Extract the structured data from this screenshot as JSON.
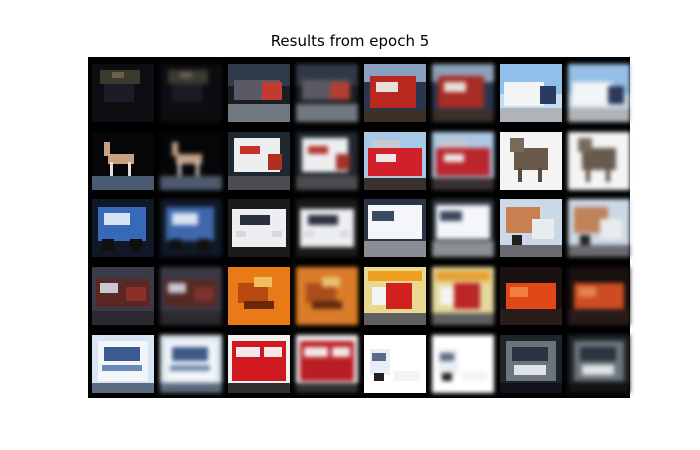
{
  "title": "Results from epoch 5",
  "grid": {
    "rows": 5,
    "cols": 8,
    "pairs": [
      [
        "vehicle-dark",
        "truck-road",
        "truck-red",
        "truck-sky"
      ],
      [
        "deer",
        "truck-white-box",
        "firetruck",
        "cat"
      ],
      [
        "truck-blue",
        "car-white",
        "truck-white",
        "truck-orange"
      ],
      [
        "truck-dark-red",
        "bird-orange",
        "truck-sign",
        "truck-red-dark"
      ],
      [
        "truck-white-blue",
        "bus-red",
        "truck-white-snow",
        "truck-grey"
      ]
    ]
  }
}
